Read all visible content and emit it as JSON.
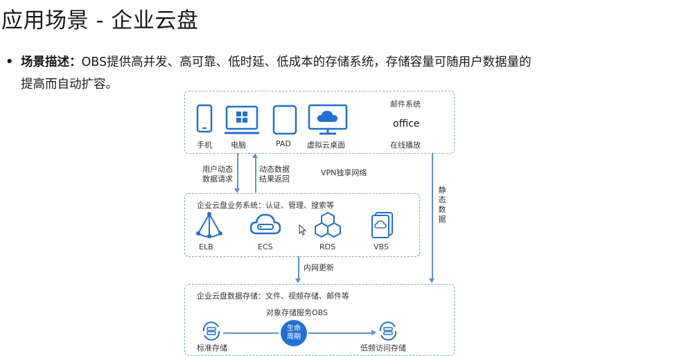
{
  "title": "应用场景 - 企业云盘",
  "description": {
    "bullet": "•",
    "label": "场景描述：",
    "line1": "OBS提供高并发、高可靠、低时延、低成本的存储系统，存储容量可随用户数据量的",
    "line2": "提高而自动扩容。"
  },
  "diagram": {
    "clients": [
      "手机",
      "电脑",
      "PAD",
      "虚拟云桌面"
    ],
    "services_right": [
      "邮件系统",
      "office",
      "在线播放"
    ],
    "arrow_labels": {
      "request": [
        "用户动态",
        "数据请求"
      ],
      "response": [
        "动态数据",
        "结果返回"
      ],
      "vpn": "VPN独享网络",
      "static": [
        "静",
        "态",
        "数",
        "据"
      ],
      "internal": "内网更新"
    },
    "business_system": {
      "title": "企业云盘业务系统：认证、管理、搜索等",
      "components": [
        "ELB",
        "ECS",
        "RDS",
        "VBS"
      ]
    },
    "data_storage": {
      "title": "企业云盘数据存储：文件、视频存储、邮件等",
      "subtitle": "对象存储服务OBS",
      "standard": "标准存储",
      "lifecycle": [
        "生命",
        "周期"
      ],
      "infrequent": "低频访问存储"
    }
  },
  "colors": {
    "accent": "#5b8fd6",
    "dashed": "#7fa6d8",
    "lifecycle": "#1f6fd6"
  }
}
